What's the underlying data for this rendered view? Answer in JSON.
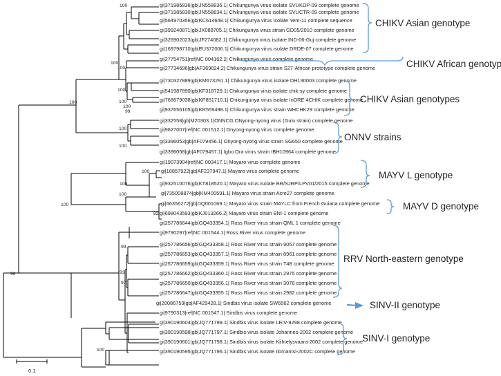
{
  "leaves": [
    "gi|371985836|gb|JN558836.1| Chikungunya virus isolate SVUKDP-09 complete genome",
    "gi|371985830|gb|JN558834.1| Chikungunya virus isolate SVUCTR-09 complete genome",
    "gi|564970356|gb|KC614648.1| Chikungunya virus isolate Yem-11 complete sequence",
    "gi|399240871|gb|JX088705.1| Chikungunya virus strain GD05/2010 complete genome",
    "gi|326902023|gb|JF274082.1| Chikungunya virus isolate IND-06-Guj complete genome",
    "gi|169798710|gb|EU372006.1| Chikungunya virus isolate DRDE-07 complete genome",
    "gi|27754751|ref|NC 004162.2| Chikungunya virus complete genome",
    "gi|27734686|gb|AF369024.2| Chikungunya virus strain S27-African prototype complete genome",
    "gi|730327889|gb|KM673291.1| Chikungunya virus isolate DH130003 complete genome",
    "gi|541987890|gb|KF318729.1| Chikungunya virus isolate chik-sy complete genome",
    "gi|768679038|gb|KP851710.1| Chikungunya virus isolate InDRE 4CHIK complete genome",
    "gi|937656105|gb|KR559498.1| Chikungunya virus strain WHCHK29 complete genome",
    "gi|332558|gb|M20303.1|ONNCG ONyong-nyong virus (Gulu strain) complete genome",
    "gi|9627007|ref|NC 001512.1| Onyong-nyong virus complete genome",
    "gi|3396053|gb|AF079456.1| Onyong-nyong virus strain SG650 complete genome",
    "gi|3396058|gb|AF079457.1| Igbo Ora virus strain IBH10964 complete genome",
    "gi|19073904|ref|NC 003417.1| Mayaro virus complete genome",
    "gi|18857922|gb|AF237947.1| Mayaro virus complete genome",
    "gi|932510076|gb|KT818520.1| Mayaro virus isolate BR/SJRP/LPV01/2015 complete genome",
    "gi|735008874|gb|KM400591.1| Mayaro virus strain Acre27 complete genome",
    "gi|66356272|gb|DQ001069.1| Mayaro virus strain MAYLC from French Guiana complete genome",
    "gi|698043593|gb|KJ013266.2| Mayaro virus strain BNI-1 complete genome",
    "gi|257786644|gb|GQ433354.1| Ross River virus strain QML 1 complete genome",
    "gi|9790297|ref|NC 001544.1| Ross River virus complete genome",
    "gi|257786656|gb|GQ433358.1| Ross River virus strain 9057 complete genome",
    "gi|257786653|gb|GQ433357.1| Ross River virus strain 8961 complete genome",
    "gi|257786659|gb|GQ433359.1| Ross River virus strain T48 complete genome",
    "gi|257786662|gb|GQ433360.1| Ross River virus strain 2975 complete genome",
    "gi|257786650|gb|GQ433356.1| Ross River virus strain 3078 complete genome",
    "gi|257786647|gb|GQ433355.1| Ross River virus strain 2982 complete genome",
    "gi|20086759|gb|AF429428.1| Sindbis virus isolate SW6562 complete genome",
    "gi|9790313|ref|NC 001547.1| Sindbis virus complete genome",
    "gi|390190604|gb|JQ771799.1| Sindbis virus isolate LEIV-9298 complete genome",
    "gi|390190598|gb|JQ771797.1| Sindbis virus isolate Johannes-2002 complete genome",
    "gi|390190601|gb|JQ771798.1| Sindbis virus isolate Kiihtelysvaara-2002 complete genome",
    "gi|390190595|gb|JQ771796.1| Sindbis virus isolate Ilomantsi-2002C complete genome"
  ],
  "bootstrap_values": [
    "100",
    "100",
    "100",
    "100",
    "100",
    "100",
    "99",
    "100",
    "100",
    "100",
    "100",
    "100",
    "100",
    "82",
    "100",
    "96",
    "99",
    "93",
    "97",
    "100"
  ],
  "groups": {
    "chikv_asian_1": "CHIKV Asian genotype",
    "chikv_african": "CHIKV African genotypes",
    "chikv_asian_2": "CHIKV Asian genotypes",
    "onnv": "ONNV strains",
    "mayv_l": "MAYV L genotype",
    "mayv_d": "MAYV D genotype",
    "rrv": "RRV North-eastern genotype",
    "sinv_ii": "SINV-II genotype",
    "sinv_i": "SINV-I genotype"
  },
  "scale_bar": {
    "label": "0.1"
  },
  "colors": {
    "bracket": "#5b9bd5",
    "branch": "#000000"
  }
}
